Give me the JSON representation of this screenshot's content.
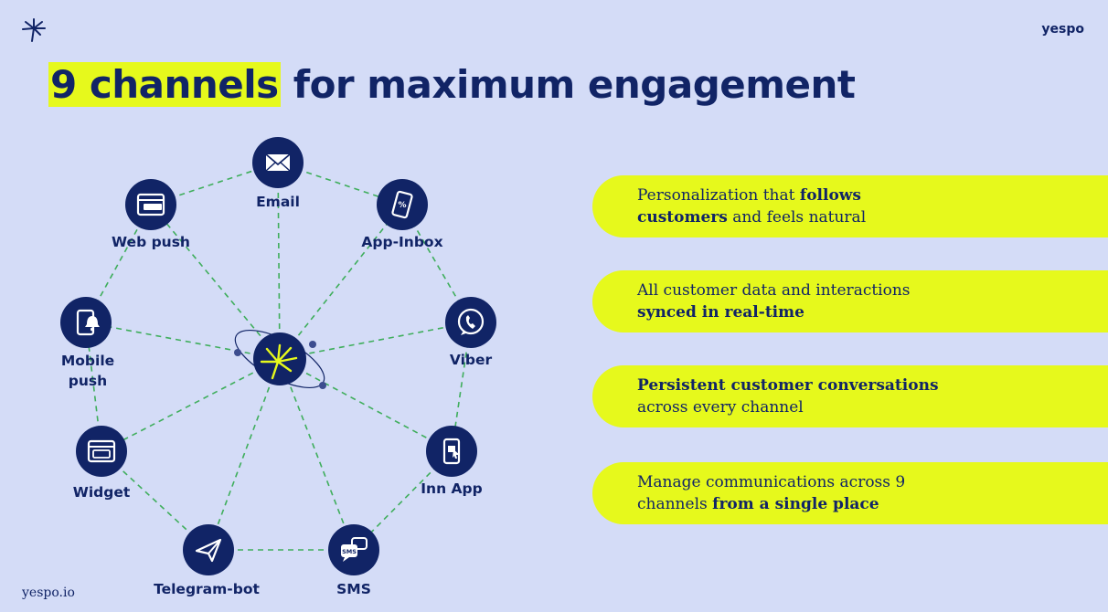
{
  "brand": "yespo",
  "footer": {
    "url": "yespo.io"
  },
  "title": {
    "highlight": "9 channels",
    "rest": " for maximum engagement"
  },
  "diagram": {
    "channels": [
      {
        "label": "Email",
        "icon": "envelope-icon"
      },
      {
        "label": "App-Inbox",
        "icon": "phone-inbox-icon"
      },
      {
        "label": "Viber",
        "icon": "viber-icon"
      },
      {
        "label": "Inn App",
        "icon": "in-app-icon"
      },
      {
        "label": "SMS",
        "icon": "sms-chat-icon"
      },
      {
        "label": "Telegram-bot",
        "icon": "paper-plane-icon"
      },
      {
        "label": "Widget",
        "icon": "widget-window-icon"
      },
      {
        "label": "Mobile",
        "label2": "push",
        "icon": "mobile-bell-icon"
      },
      {
        "label": "Web push",
        "icon": "browser-window-icon"
      }
    ]
  },
  "cards": [
    {
      "t1": "Personalization that ",
      "b1": "follows",
      "t2": "",
      "b2": "customers",
      "t3": " and feels natural"
    },
    {
      "t1": "All customer data and interactions",
      "b1": "",
      "t2": "",
      "b2": "synced in real-time",
      "t3": ""
    },
    {
      "t1": "",
      "b1": "Persistent customer conversations",
      "t2": "",
      "b2": "",
      "t3": "across every channel"
    },
    {
      "t1": "Manage communications across 9",
      "b1": "",
      "t2": "channels ",
      "b2": "from a single place",
      "t3": ""
    }
  ],
  "colors": {
    "background": "#d4dcf7",
    "navy": "#112466",
    "accent": "#e6f91c",
    "dash": "#3fae5c"
  }
}
